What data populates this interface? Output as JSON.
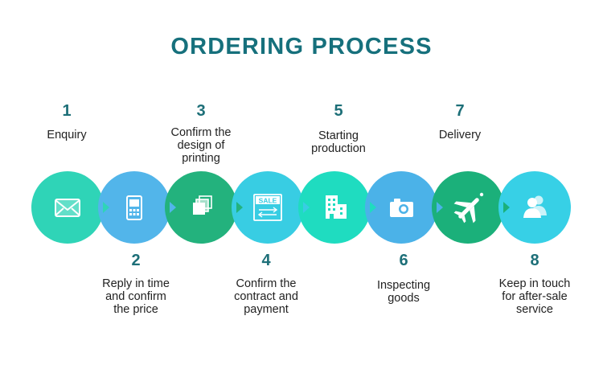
{
  "title": "ORDERING PROCESS",
  "steps": [
    {
      "num": "1",
      "label": "Enquiry",
      "icon": "envelope-icon",
      "color": "#2fd4b7"
    },
    {
      "num": "2",
      "label": "Reply in time\nand confirm\nthe price",
      "icon": "phone-icon",
      "color": "#52b5ea"
    },
    {
      "num": "3",
      "label": "Confirm the\ndesign of\nprinting",
      "icon": "layers-icon",
      "color": "#23b27d"
    },
    {
      "num": "4",
      "label": "Confirm the\ncontract and\npayment",
      "icon": "sale-sign-icon",
      "color": "#38cde3"
    },
    {
      "num": "5",
      "label": "Starting\nproduction",
      "icon": "building-icon",
      "color": "#1fdcc0"
    },
    {
      "num": "6",
      "label": "Inspecting\ngoods",
      "icon": "camera-icon",
      "color": "#4bb2e8"
    },
    {
      "num": "7",
      "label": "Delivery",
      "icon": "airplane-icon",
      "color": "#1bb07a"
    },
    {
      "num": "8",
      "label": "Keep in touch\nfor after-sale\nservice",
      "icon": "users-icon",
      "color": "#37d0e6"
    }
  ],
  "sale_sign_text": "SALE"
}
